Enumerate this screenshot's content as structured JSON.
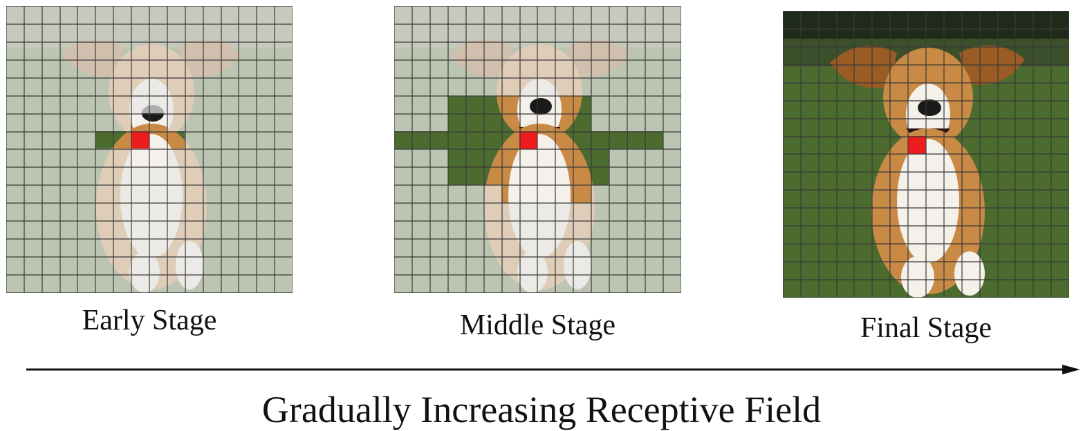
{
  "stages": [
    {
      "label": "Early Stage"
    },
    {
      "label": "Middle Stage"
    },
    {
      "label": "Final Stage"
    }
  ],
  "caption": "Gradually Increasing Receptive Field",
  "highlight_color": "#ee1c1c",
  "grid_color": "#3a3a3a",
  "icons": {
    "arrow": "arrow-right-icon",
    "panel_image": "running-dog-photo"
  }
}
